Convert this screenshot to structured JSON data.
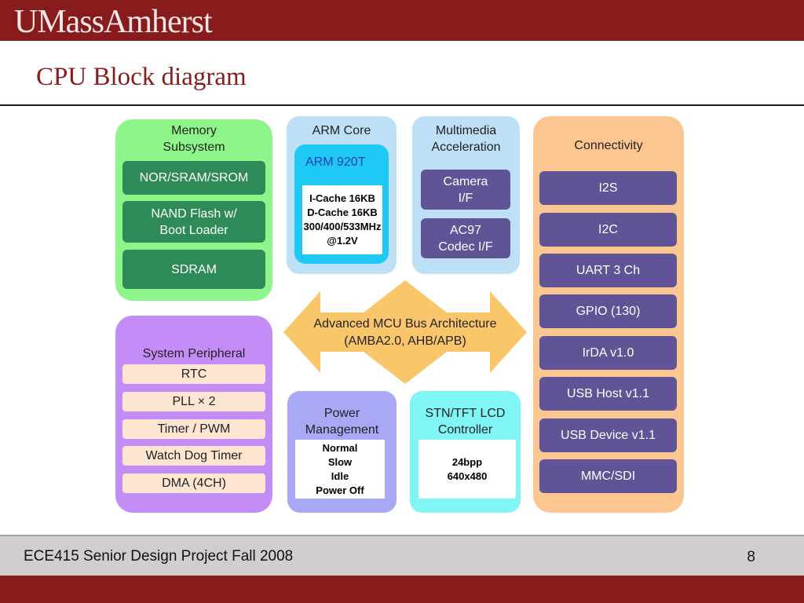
{
  "header": {
    "logo": "UMassAmherst",
    "title": "CPU Block diagram"
  },
  "footer": {
    "course": "ECE415 Senior Design Project Fall 2008",
    "page": "8"
  },
  "memory": {
    "title": [
      "Memory",
      "Subsystem"
    ],
    "items": [
      [
        "NOR/SRAM/SROM"
      ],
      [
        "NAND Flash w/",
        "Boot Loader"
      ],
      [
        "SDRAM"
      ]
    ]
  },
  "arm": {
    "title": "ARM Core",
    "subtitle": "ARM 920T",
    "specs": [
      "I-Cache 16KB",
      "D-Cache 16KB",
      "300/400/533MHz",
      "@1.2V"
    ]
  },
  "multimedia": {
    "title": [
      "Multimedia",
      "Acceleration"
    ],
    "items": [
      [
        "Camera",
        "I/F"
      ],
      [
        "AC97",
        "Codec I/F"
      ]
    ]
  },
  "connectivity": {
    "title": "Connectivity",
    "items": [
      "I2S",
      "I2C",
      "UART 3 Ch",
      "GPIO (130)",
      "IrDA v1.0",
      "USB Host v1.1",
      "USB Device v1.1",
      "MMC/SDI"
    ]
  },
  "bus": {
    "lines": [
      "Advanced MCU Bus Architecture",
      "(AMBA2.0, AHB/APB)"
    ]
  },
  "peripheral": {
    "title": "System Peripheral",
    "items": [
      "RTC",
      "PLL × 2",
      "Timer / PWM",
      "Watch Dog Timer",
      "DMA (4CH)"
    ]
  },
  "power": {
    "title": [
      "Power",
      "Management"
    ],
    "modes": [
      "Normal",
      "Slow",
      "Idle",
      "Power Off"
    ]
  },
  "lcd": {
    "title": [
      "STN/TFT LCD",
      "Controller"
    ],
    "specs": [
      "24bpp",
      "640x480"
    ]
  },
  "colors": {
    "brand": "#881c1c",
    "memory": "#8ef58a",
    "memory_box": "#2e8b57",
    "arm": "#bde0f7",
    "arm_inner": "#1ec9f5",
    "multimedia": "#bde0f7",
    "purple_box": "#605497",
    "connectivity": "#fcc690",
    "bus": "#f9c66a",
    "peripheral": "#c48cf7",
    "power": "#a8a8f5",
    "lcd": "#7ff5f5"
  }
}
